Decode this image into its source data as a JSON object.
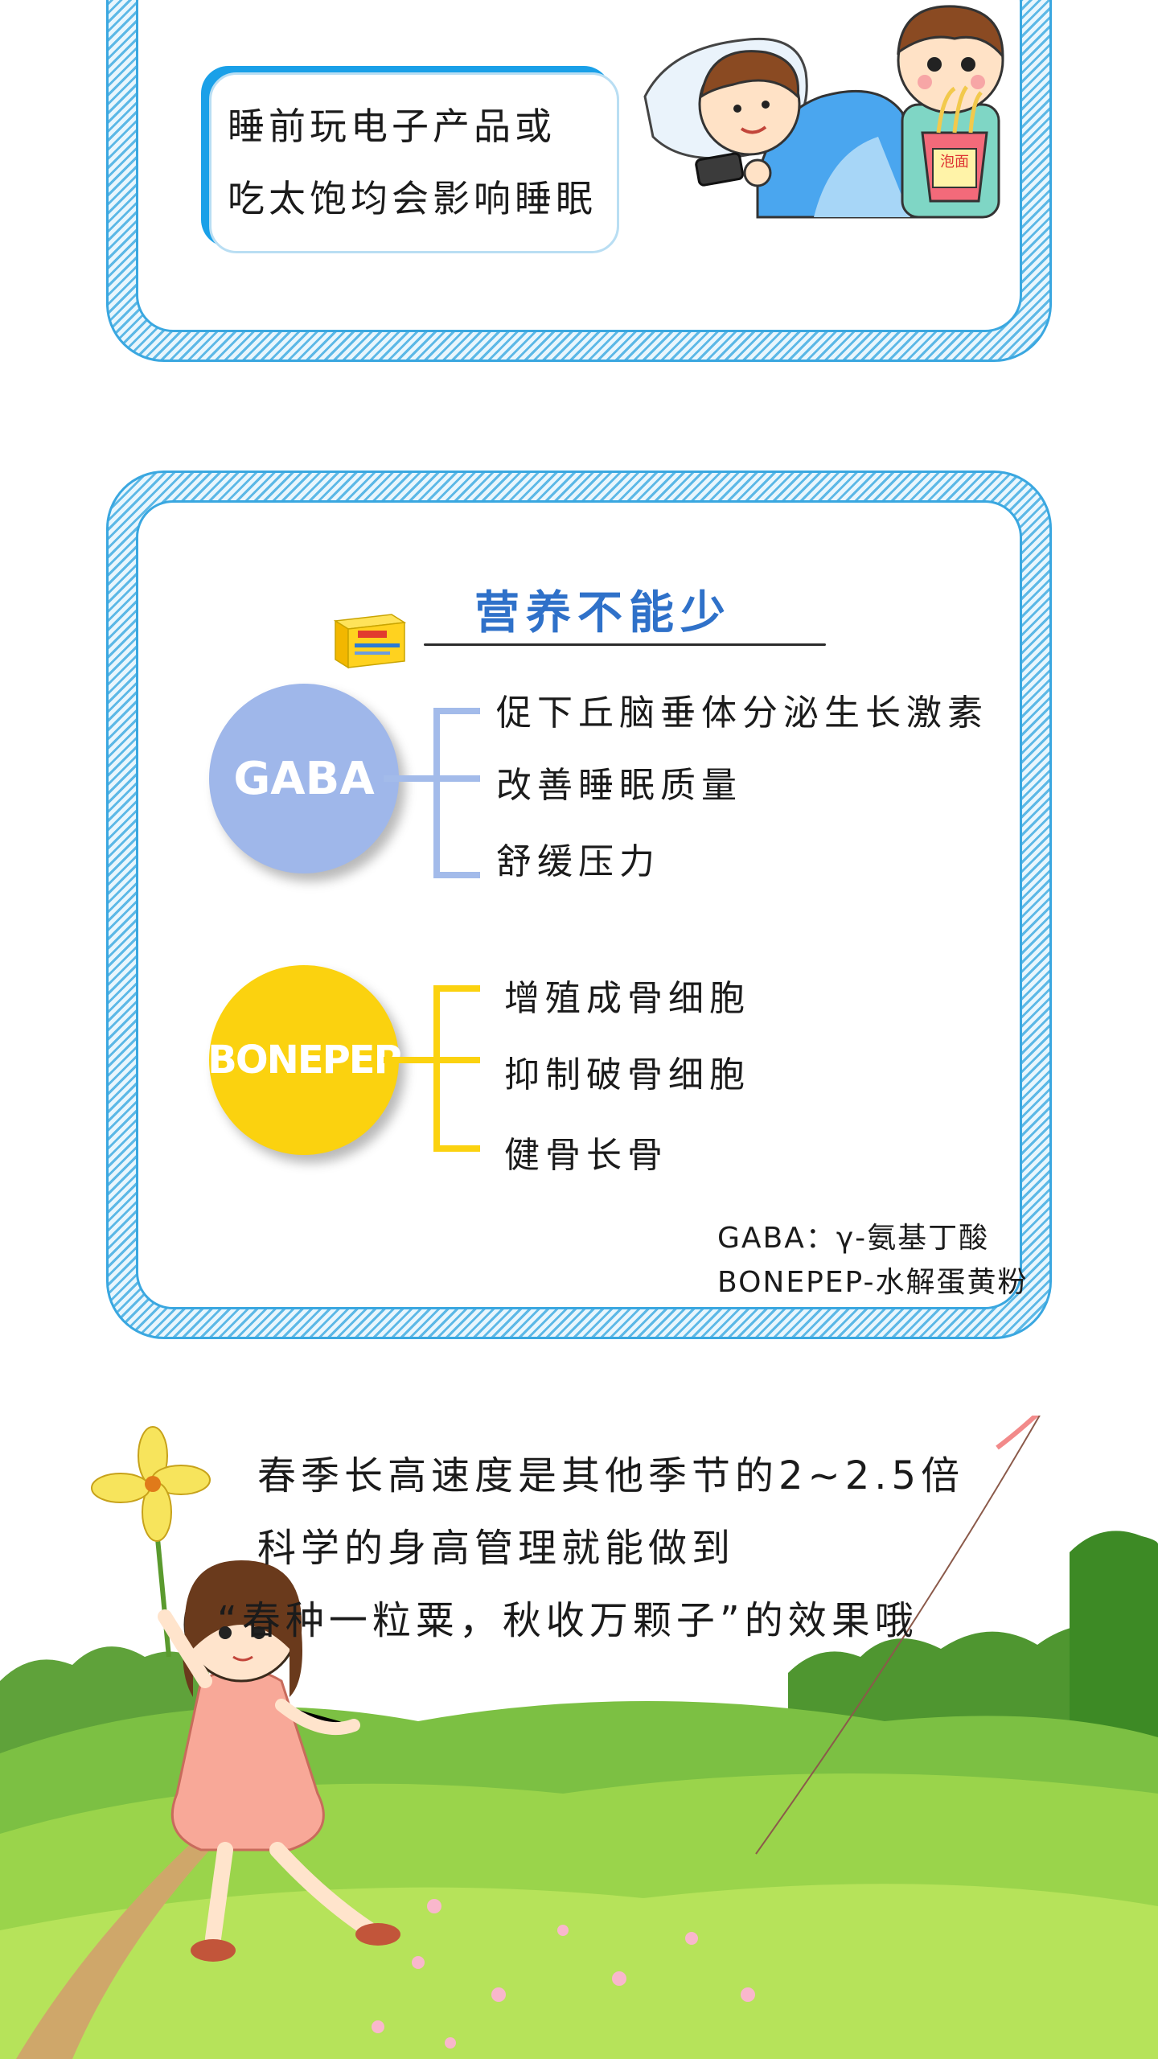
{
  "sleep_tip": {
    "line1": "睡前玩电子产品或",
    "line2": "吃太饱均会影响睡眠",
    "illustration_icon": "kids-phone-noodles-icon",
    "noodle_cup_label": "泡面"
  },
  "nutrition": {
    "title": "营养不能少",
    "product_icon": "supplement-box-icon",
    "gaba": {
      "label": "GABA",
      "color": "#9fb7ea",
      "benefits": [
        "促下丘脑垂体分泌生长激素",
        "改善睡眠质量",
        "舒缓压力"
      ]
    },
    "bonepep": {
      "label": "BONEPEP",
      "color": "#fbd20f",
      "benefits": [
        "增殖成骨细胞",
        "抑制破骨细胞",
        "健骨长骨"
      ]
    },
    "notes": [
      "GABA：γ-氨基丁酸",
      "BONEPEP-水解蛋黄粉"
    ]
  },
  "closing": {
    "lines": [
      "春季长高速度是其他季节的2~2.5倍",
      "科学的身高管理就能做到",
      "“春种一粒粟，秋收万颗子”的效果哦"
    ],
    "scene_icon": "girl-pinwheel-kite-meadow-icon"
  },
  "colors": {
    "frame_blue": "#3aa7e0",
    "title_blue": "#2f71c9"
  }
}
